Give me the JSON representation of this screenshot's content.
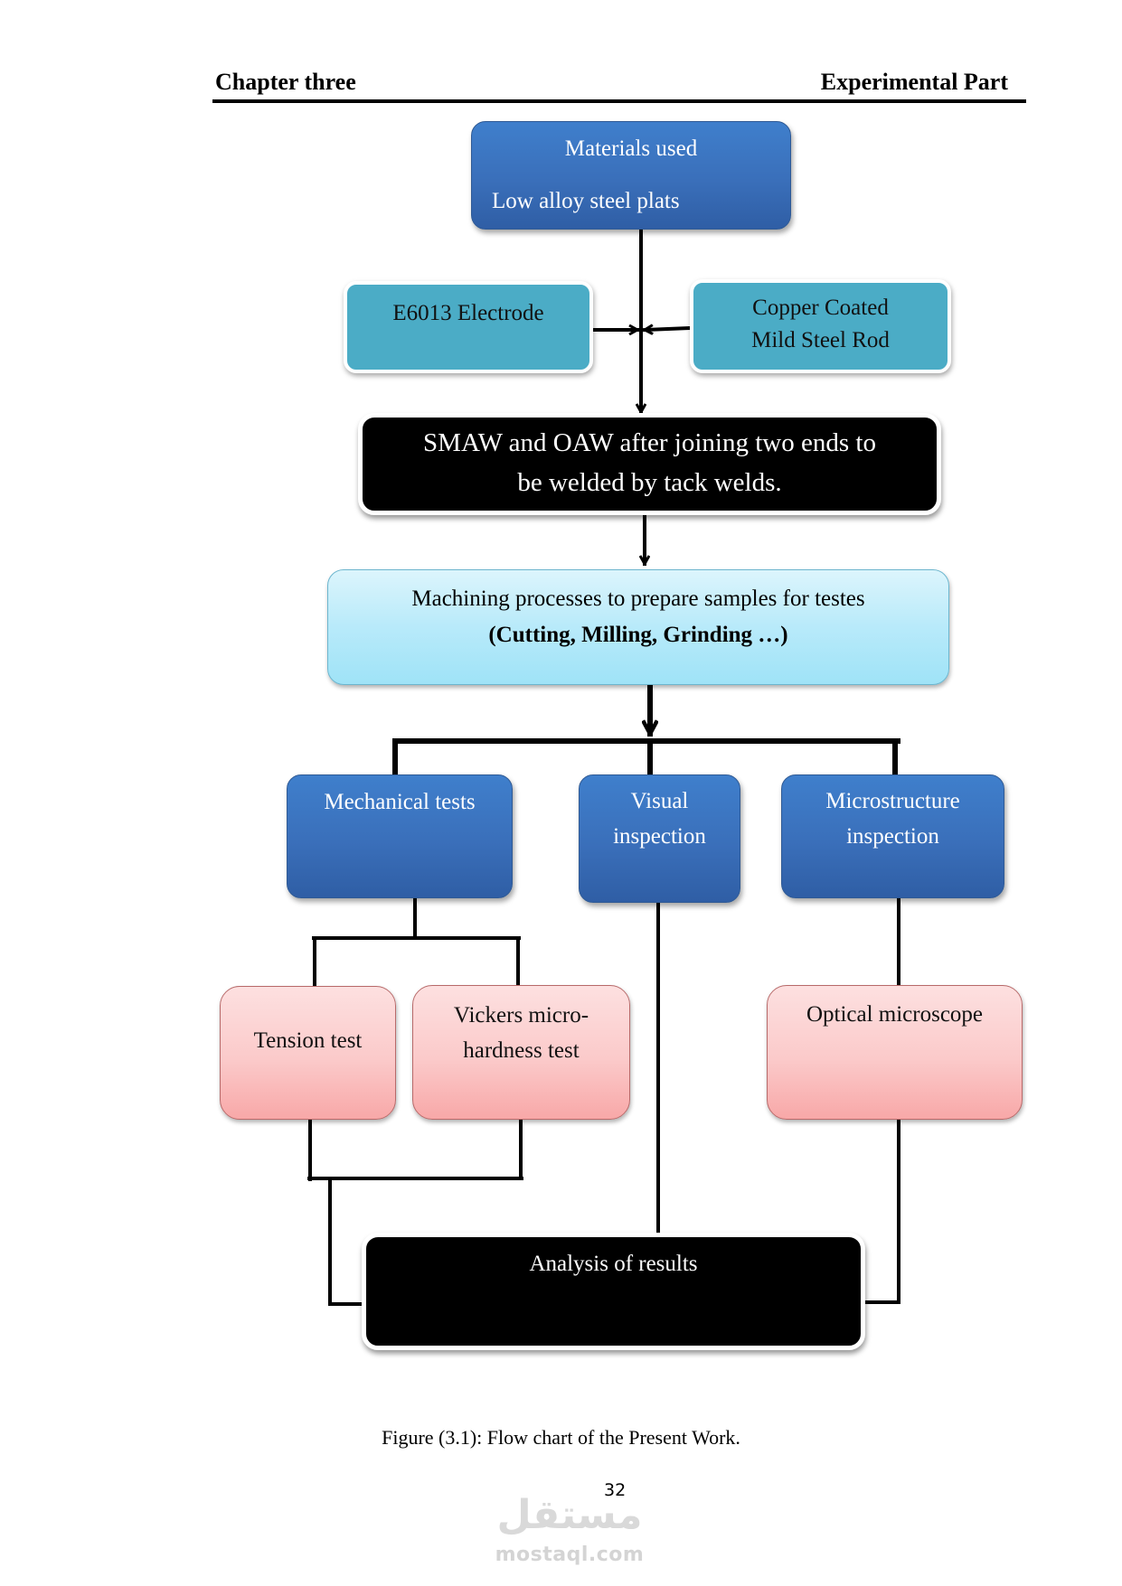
{
  "header": {
    "left": "Chapter three",
    "right": "Experimental Part"
  },
  "flowchart": {
    "materials": {
      "title": "Materials used",
      "subtitle": "Low alloy steel plats"
    },
    "electrode": "E6013 Electrode",
    "rod": {
      "line1": "Copper Coated",
      "line2": "Mild Steel Rod"
    },
    "welding": {
      "line1": "SMAW and OAW after joining two ends to",
      "line2": "be welded by tack welds."
    },
    "machining": {
      "line1": "Machining processes to prepare samples for testes",
      "line2": "(Cutting, Milling, Grinding …)"
    },
    "mechanical": "Mechanical tests",
    "visual": {
      "line1": "Visual",
      "line2": "inspection"
    },
    "microstructure": {
      "line1": "Microstructure",
      "line2": "inspection"
    },
    "tension": "Tension test",
    "vickers": {
      "line1": "Vickers micro-",
      "line2": "hardness test"
    },
    "optical": "Optical microscope",
    "analysis": "Analysis of results"
  },
  "caption": "Figure (3.1): Flow chart of the Present Work.",
  "page_number": "32",
  "watermark": {
    "arabic": "مستقل",
    "latin": "mostaql.com"
  }
}
